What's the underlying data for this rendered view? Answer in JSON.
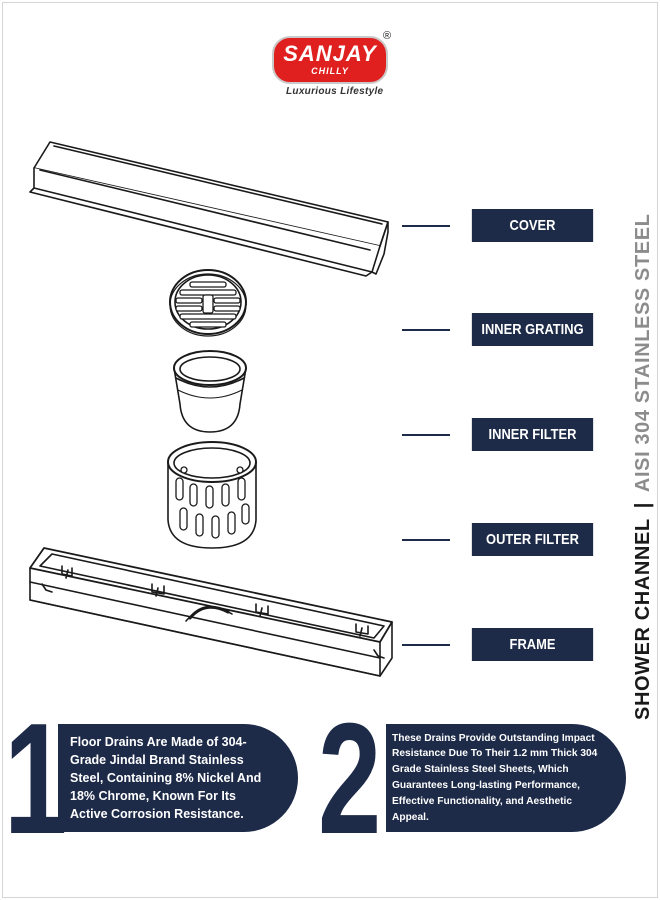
{
  "brand": {
    "name": "SANJAY",
    "sub": "CHILLY",
    "registered": "®",
    "tagline": "Luxurious Lifestyle",
    "badge_color": "#e0201f"
  },
  "components": [
    {
      "label": "COVER"
    },
    {
      "label": "INNER GRATING"
    },
    {
      "label": "INNER FILTER"
    },
    {
      "label": "OUTER FILTER"
    },
    {
      "label": "FRAME"
    }
  ],
  "side_title": {
    "product": "SHOWER CHANNEL",
    "separator": "|",
    "material": "AISI 304 STAINLESS STEEL"
  },
  "features": [
    {
      "number": "1",
      "text": "Floor Drains Are Made of 304-Grade Jindal Brand Stainless Steel, Containing 8% Nickel And 18% Chrome, Known For Its Active Corrosion Resistance."
    },
    {
      "number": "2",
      "text": "These Drains Provide Outstanding Impact Resistance Due To Their 1.2 mm Thick 304 Grade Stainless Steel Sheets, Which Guarantees Long-lasting Performance, Effective Functionality, and Aesthetic Appeal."
    }
  ],
  "colors": {
    "accent": "#1d2a48",
    "text_gray": "#8c8c8c"
  }
}
